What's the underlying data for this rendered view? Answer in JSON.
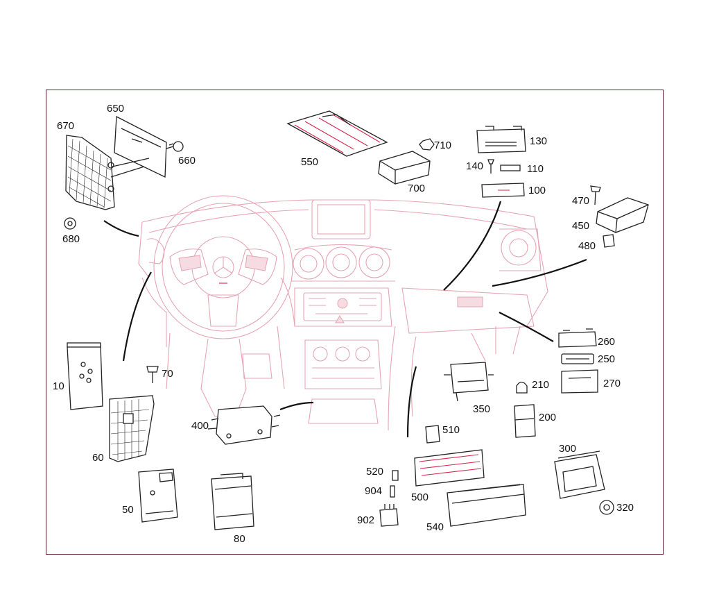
{
  "diagram": {
    "title": "",
    "colors": {
      "frame": "#5a1f2a",
      "dashboard": "#e6a4b4",
      "parts": "#222222",
      "accent": "#d9204a"
    },
    "labels": {
      "p10": "10",
      "p50": "50",
      "p60": "60",
      "p70": "70",
      "p80": "80",
      "p100": "100",
      "p110": "110",
      "p130": "130",
      "p140": "140",
      "p200": "200",
      "p210": "210",
      "p250": "250",
      "p260": "260",
      "p270": "270",
      "p300": "300",
      "p320": "320",
      "p350": "350",
      "p400": "400",
      "p450": "450",
      "p470": "470",
      "p480": "480",
      "p500": "500",
      "p510": "510",
      "p520": "520",
      "p540": "540",
      "p550": "550",
      "p650": "650",
      "p660": "660",
      "p670": "670",
      "p680": "680",
      "p700": "700",
      "p710": "710",
      "p902": "902",
      "p904": "904"
    }
  }
}
